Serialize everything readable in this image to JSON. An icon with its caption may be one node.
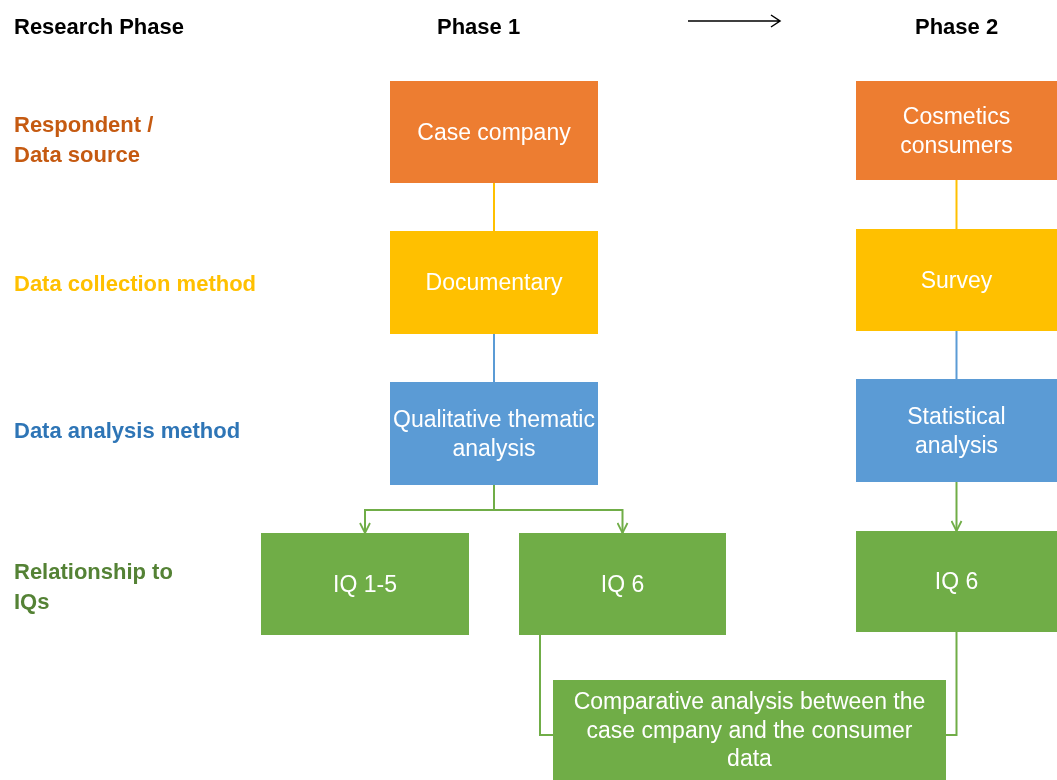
{
  "diagram": {
    "nodes": [
      {
        "text": [
          "Case company"
        ]
      },
      {
        "text": [
          "Cosmetics consumers"
        ]
      },
      {
        "text": [
          "Documentary"
        ]
      },
      {
        "text": [
          "Survey"
        ]
      },
      {
        "text": [
          "Qualitative thematic analysis"
        ]
      },
      {
        "text": [
          "Statistical analysis"
        ]
      },
      {
        "text": [
          "IQ 1-5"
        ]
      },
      {
        "text": [
          "IQ 6"
        ]
      },
      {
        "text": [
          "IQ 6"
        ]
      },
      {
        "text": [
          "Comparative analysis between the case cmpany and the consumer data"
        ]
      }
    ],
    "edges": [
      {
        "from": 0,
        "to": 2,
        "arrow": "none",
        "color": "#ffc000"
      },
      {
        "from": 2,
        "to": 4,
        "arrow": "none",
        "color": "#5b9bd5"
      },
      {
        "from": 4,
        "to": 6,
        "arrow": "to"
      },
      {
        "from": 4,
        "to": 7,
        "arrow": "to"
      },
      {
        "from": 1,
        "to": 3,
        "arrow": "none",
        "color": "#ffc000"
      },
      {
        "from": 3,
        "to": 5,
        "arrow": "none",
        "color": "#5b9bd5"
      },
      {
        "from": 5,
        "to": 8,
        "arrow": "to"
      },
      {
        "from": 7,
        "to": 9,
        "arrow": "none"
      },
      {
        "from": 8,
        "to": 9,
        "arrow": "none"
      }
    ],
    "labels": [
      "Research Phase",
      "Phase 1",
      "Phase 2",
      "Respondent / Data source",
      "Data collection method",
      "Data analysis method",
      "Relationship to IQs"
    ]
  }
}
